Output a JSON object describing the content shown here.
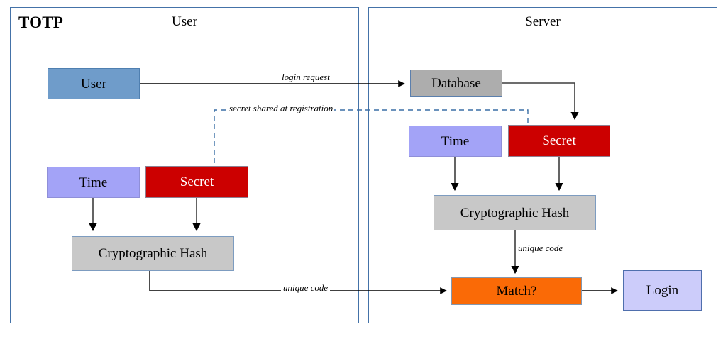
{
  "diagram": {
    "title": "TOTP",
    "panels": [
      {
        "id": "user",
        "title": "User"
      },
      {
        "id": "server",
        "title": "Server"
      }
    ],
    "nodes": {
      "user_user": {
        "label": "User"
      },
      "user_time": {
        "label": "Time"
      },
      "user_secret": {
        "label": "Secret"
      },
      "user_hash": {
        "label": "Cryptographic Hash"
      },
      "server_database": {
        "label": "Database"
      },
      "server_time": {
        "label": "Time"
      },
      "server_secret": {
        "label": "Secret"
      },
      "server_hash": {
        "label": "Cryptographic Hash"
      },
      "server_match": {
        "label": "Match?"
      },
      "server_login": {
        "label": "Login"
      }
    },
    "edge_labels": {
      "login_request": "login request",
      "secret_shared": "secret shared at registration",
      "unique_code_user": "unique code",
      "unique_code_server": "unique code"
    },
    "colors": {
      "panel_border": "#4472a8",
      "user_box": "#6f9cca",
      "time_box": "#a3a3f7",
      "secret_box": "#cc0000",
      "hash_box": "#c8c8c8",
      "database_box": "#adadad",
      "match_box": "#fa6a06",
      "login_box": "#ccccfa",
      "wire": "#000000",
      "dashed_wire": "#3a6ea5",
      "background": "#ffffff"
    }
  }
}
